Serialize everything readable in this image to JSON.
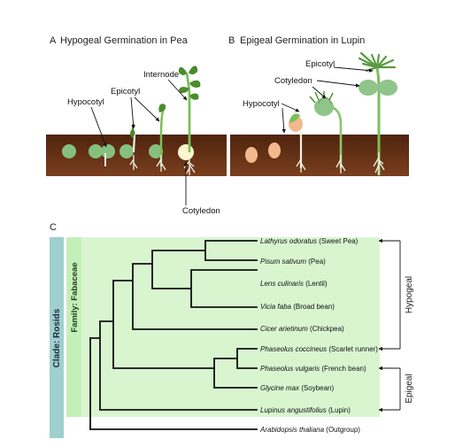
{
  "panelA": {
    "letter": "A",
    "title": "Hypogeal Germination in Pea",
    "labels": {
      "hypocotyl": "Hypocotyl",
      "epicotyl": "Epicotyl",
      "internode": "Internode",
      "cotyledon": "Cotyledon"
    }
  },
  "panelB": {
    "letter": "B",
    "title": "Epigeal Germination in Lupin",
    "labels": {
      "epicotyl": "Epicotyl",
      "cotyledon": "Cotyledon",
      "hypocotyl": "Hypocotyl"
    }
  },
  "panelC": {
    "letter": "C",
    "clade_label": "Clade: Rosids",
    "family_label": "Family: Fabaceae",
    "hypogeal_label": "Hypogeal",
    "epigeal_label": "Epigeal",
    "taxa": [
      {
        "genus": "Lathyrus odoratus",
        "common": "(Sweet Pea)"
      },
      {
        "genus": "Pisum sativum",
        "common": "(Pea)"
      },
      {
        "genus": "Lens culinaris",
        "common": "(Lentil)"
      },
      {
        "genus": "Vicia faba",
        "common": "(Broad bean)"
      },
      {
        "genus": "Cicer arietinum",
        "common": "(Chickpea)"
      },
      {
        "genus": "Phaseolus coccineus",
        "common": "(Scarlet runner)"
      },
      {
        "genus": "Phaseolus vulgaris",
        "common": "(French bean)"
      },
      {
        "genus": "Glycine max",
        "common": "(Soybean)"
      },
      {
        "genus": "Lupinus angustifolius",
        "common": "(Lupin)"
      },
      {
        "genus": "Arabidopsis thaliana",
        "common": "(Outgroup)"
      }
    ]
  },
  "colors": {
    "soil": "#5a2a12",
    "leaf": "#4d8a2c",
    "seed_green": "#86c07e",
    "seed_orange": "#f2b98f",
    "clade_bar": "#9fcfd0",
    "family_bg": "#d8f5d0"
  }
}
